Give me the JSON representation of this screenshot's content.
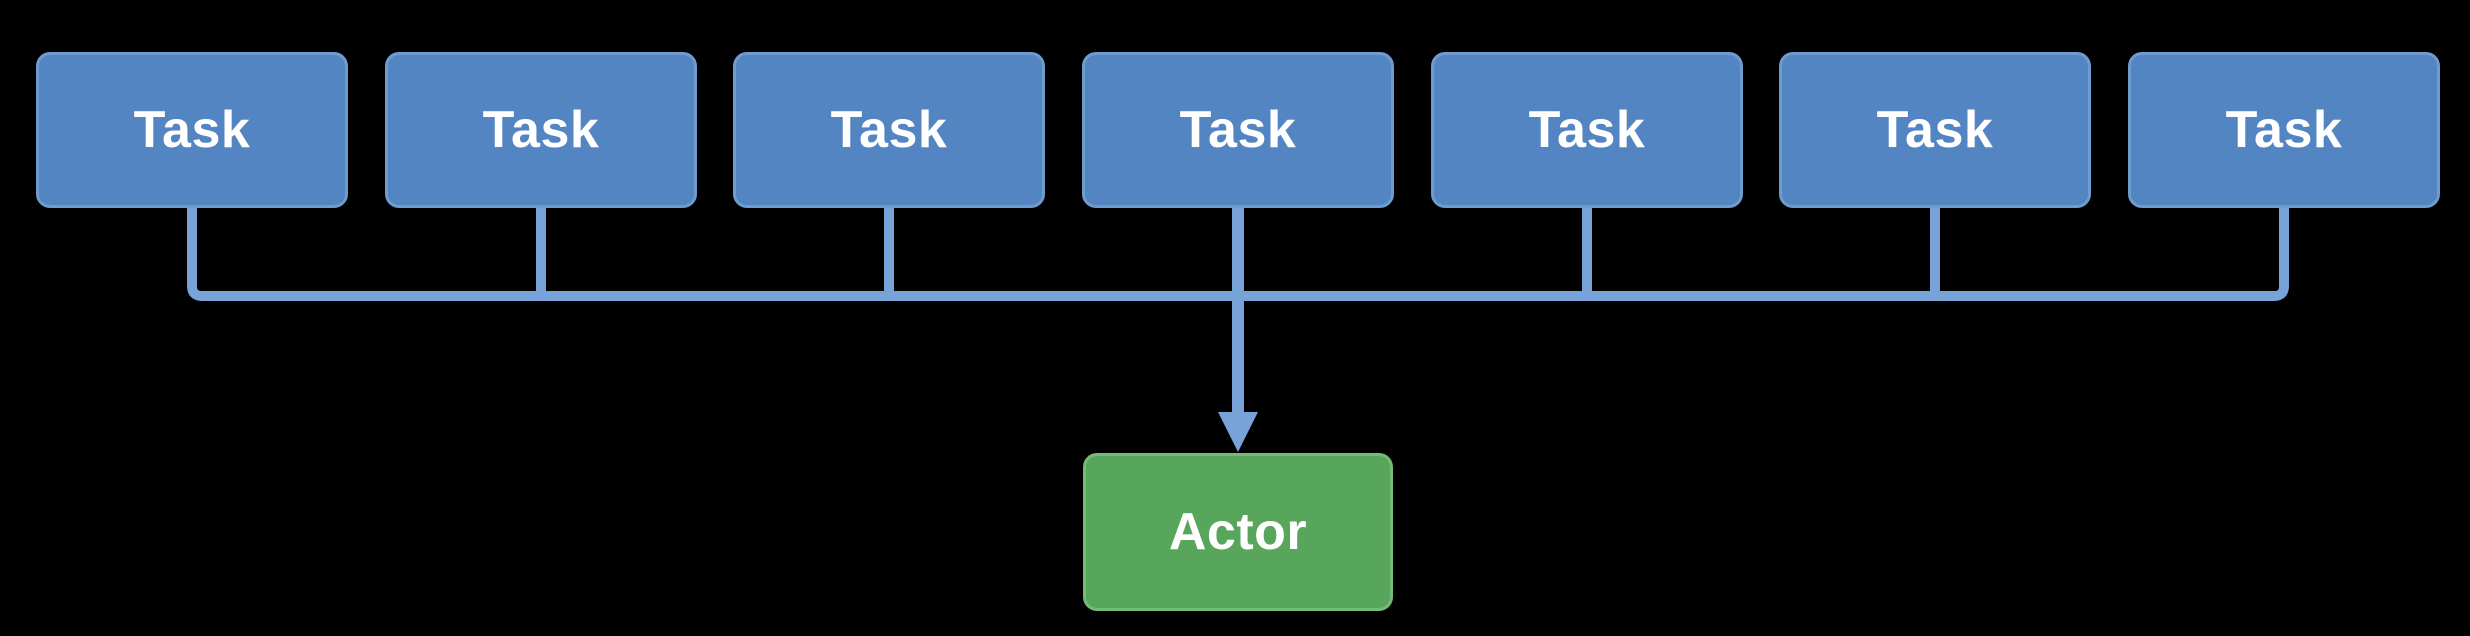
{
  "diagram": {
    "type": "fan-in",
    "tasks": [
      {
        "label": "Task"
      },
      {
        "label": "Task"
      },
      {
        "label": "Task"
      },
      {
        "label": "Task"
      },
      {
        "label": "Task"
      },
      {
        "label": "Task"
      },
      {
        "label": "Task"
      }
    ],
    "actor": {
      "label": "Actor"
    },
    "colors": {
      "background": "#000000",
      "task_fill": "#5385c2",
      "task_border": "#6e9ccf",
      "connector": "#78a3d8",
      "actor_fill": "#58a55c",
      "actor_border": "#74bb78",
      "label_text": "#ffffff"
    }
  }
}
